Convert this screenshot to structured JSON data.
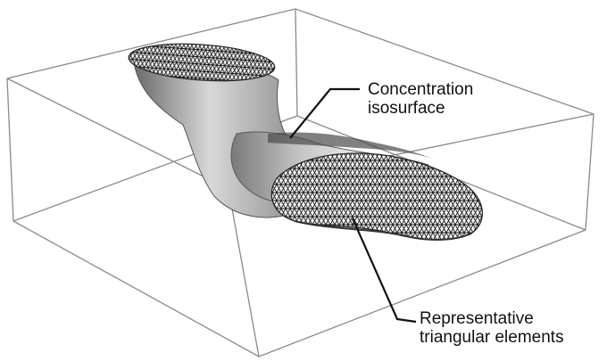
{
  "labels": {
    "concentration_line1": "Concentration",
    "concentration_line2": "isosurface",
    "triangular_line1": "Representative",
    "triangular_line2": "triangular elements"
  },
  "colors": {
    "box_edges": "#8a8a8a",
    "surface_light": "#f0f0f0",
    "surface_mid": "#bdbdbd",
    "surface_dark": "#6e6e6e",
    "mesh": "#1a1a1a",
    "leader": "#111111"
  }
}
